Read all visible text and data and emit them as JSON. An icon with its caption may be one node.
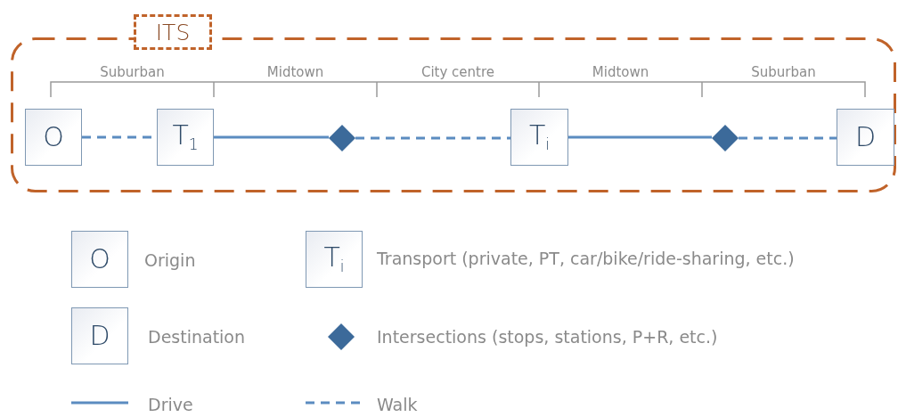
{
  "diagram": {
    "nodes": [
      {
        "text": [
          "ITS"
        ]
      },
      {
        "text": [
          "O"
        ],
        "in": 0
      },
      {
        "text": [
          "T$_{1}$"
        ],
        "in": 0
      },
      {
        "text": [],
        "shape": "diamond",
        "in": 0
      },
      {
        "text": [
          "T$_{i}$"
        ],
        "in": 0
      },
      {
        "text": [],
        "shape": "diamond",
        "in": 0
      },
      {
        "text": [
          "D"
        ],
        "in": 0
      }
    ],
    "edges": [
      {
        "from": 1,
        "to": 2,
        "arrow": "none",
        "style": "dashed"
      },
      {
        "from": 2,
        "to": 3,
        "arrow": "none"
      },
      {
        "from": 3,
        "to": 4,
        "arrow": "none",
        "style": "dashed"
      },
      {
        "from": 4,
        "to": 5,
        "arrow": "none"
      },
      {
        "from": 5,
        "to": 6,
        "arrow": "none",
        "style": "dashed"
      }
    ],
    "labels": [
      "Suburban",
      "Midtown",
      "City centre",
      "Midtown",
      "Suburban",
      "O",
      "T$_{i}$",
      "D"
    ],
    "legend": [
      {
        "text": "Origin"
      },
      {
        "text": "Transport (private, PT, car/bike/ride-sharing, etc.)"
      },
      {
        "text": "Destination"
      },
      {
        "text": "Intersections (stops, stations, P+R, etc.)"
      },
      {
        "text": "Drive"
      },
      {
        "text": "Walk"
      }
    ]
  }
}
